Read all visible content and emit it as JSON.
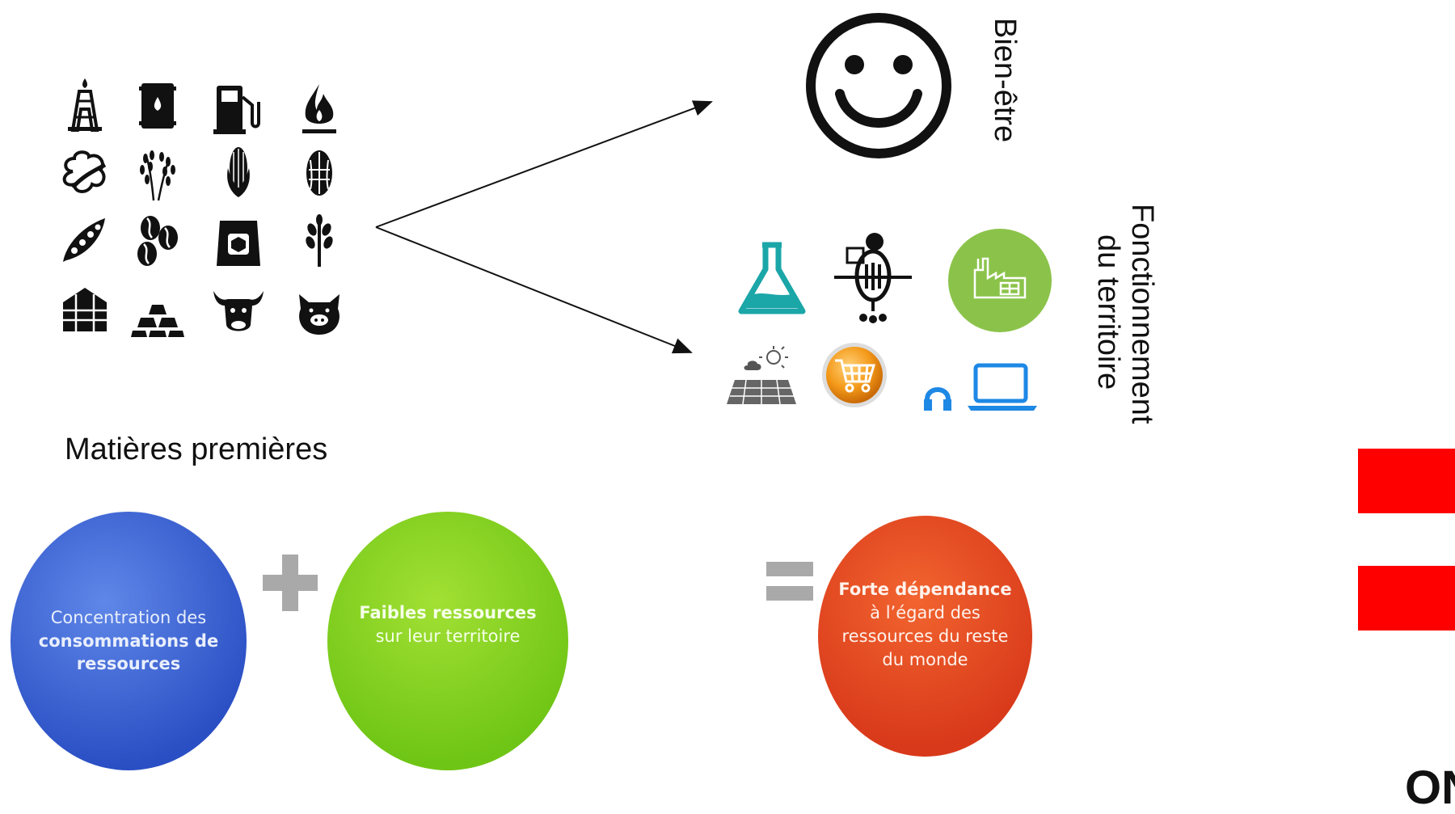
{
  "raw_materials_label": "Matières premières",
  "wellbeing_label": "Bien-être",
  "territory_label_line1": "Fonctionnement",
  "territory_label_line2": "du territoire",
  "circles": {
    "left": {
      "line1": "Concentration des",
      "line2": "consommations de",
      "line3": "ressources"
    },
    "middle": {
      "line1": "Faibles ressources",
      "line2": "sur leur territoire"
    },
    "right": {
      "line1": "Forte dépendance",
      "line2": "à l’égard des",
      "line3": "ressources du reste",
      "line4": "du monde"
    }
  },
  "bottom_right_fragment": "ON",
  "icons": {
    "grid": [
      "oil-rig-icon",
      "oil-barrel-icon",
      "fuel-pump-icon",
      "gas-flame-icon",
      "cotton-icon",
      "wheat-icon",
      "corn-icon",
      "cocoa-pod-icon",
      "pea-pod-icon",
      "coffee-beans-icon",
      "sugar-sack-icon",
      "grain-icon",
      "timber-stack-icon",
      "gold-bars-icon",
      "cow-icon",
      "pig-icon"
    ],
    "territory": [
      "flask-icon",
      "office-worker-icon",
      "factory-icon",
      "solar-panel-icon",
      "shopping-cart-icon",
      "laptop-icon"
    ]
  },
  "colors": {
    "blue": "#2a4fc4",
    "green": "#6fc515",
    "red": "#d8391a",
    "accent_red": "#ff0000"
  }
}
